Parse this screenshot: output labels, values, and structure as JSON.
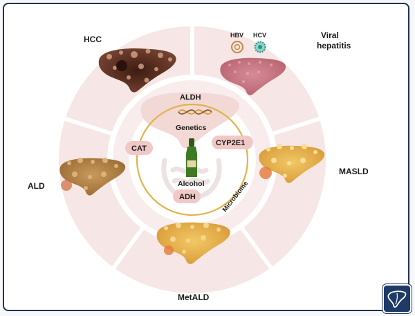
{
  "outer_labels": {
    "hcc": "HCC",
    "viral": [
      "Viral",
      "hepatitis"
    ],
    "masld": "MASLD",
    "metald": "MetALD",
    "ald": "ALD"
  },
  "viruses": {
    "hbv": "HBV",
    "hcv": "HCV"
  },
  "center": {
    "aldh": "ALDH",
    "genetics": "Genetics",
    "cat": "CAT",
    "cyp2e1": "CYP2E1",
    "alcohol": "Alcohol",
    "adh": "ADH",
    "microbiome": "Microbiome"
  },
  "colors": {
    "ring_fill": "#f4dedd",
    "inner_ring": "#e2b24a",
    "pill": "#f0c9c7",
    "frame": "#1e3253",
    "healthy_liver": "#f0d5d3",
    "hcc_liver": "#6d3b2a",
    "viral_liver": "#c97c8a",
    "fatty_liver": "#e9b755",
    "ald_liver": "#b78a4d"
  },
  "icons": {
    "virus_hbv": "hbv-virus-icon",
    "virus_hcv": "hcv-virus-icon",
    "dna": "dna-icon",
    "bottle": "wine-bottle-icon",
    "badge": "liver-badge-icon"
  }
}
